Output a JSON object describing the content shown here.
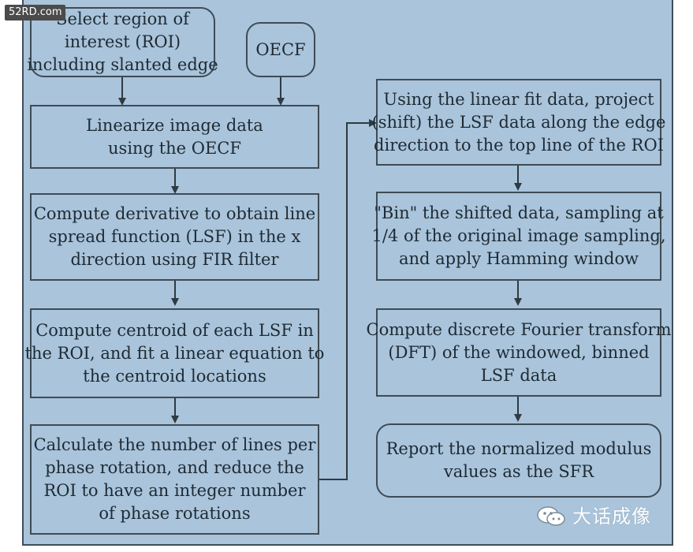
{
  "watermark_top": "52RD.com",
  "watermark_bottom": "大话成像",
  "boxes": {
    "select_roi": [
      "Select region of",
      "interest (ROI)",
      "including slanted edge"
    ],
    "oecf": [
      "OECF"
    ],
    "linearize": [
      "Linearize image data",
      "using the OECF"
    ],
    "derivative": [
      "Compute derivative to obtain line",
      "spread function (LSF) in the x",
      "direction using FIR filter"
    ],
    "centroid": [
      "Compute centroid of each LSF in",
      "the ROI, and fit a linear equation to",
      "the centroid locations"
    ],
    "calculate": [
      "Calculate the number of lines per",
      "phase rotation, and reduce the",
      "ROI to have an integer number",
      "of phase rotations"
    ],
    "project": [
      "Using the linear fit data, project",
      "(shift) the LSF data along the edge",
      "direction to the top line of the ROI"
    ],
    "bin": [
      "\"Bin\" the shifted data, sampling at",
      "1/4 of the original image sampling,",
      "and apply Hamming window"
    ],
    "dft": [
      "Compute discrete Fourier transform",
      "(DFT) of the windowed, binned",
      "LSF data"
    ],
    "report": [
      "Report the normalized modulus",
      "values as the SFR"
    ]
  },
  "colors": {
    "panel_background": "#a9c4db",
    "box_border": "#3f4b55",
    "arrow": "#2f3a42",
    "text": "#1f2a33"
  }
}
